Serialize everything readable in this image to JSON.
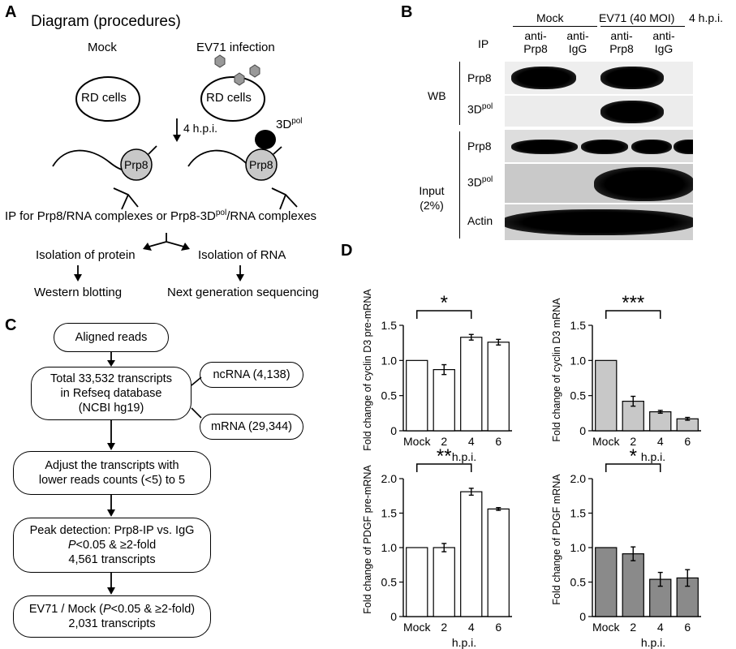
{
  "panelA": {
    "label": "A",
    "title": "Diagram (procedures)",
    "mock": "Mock",
    "infection": "EV71 infection",
    "cells": "RD cells",
    "time": "4 h.p.i.",
    "pol3d_base": "3D",
    "pol_sup": "pol",
    "prp8": "Prp8",
    "ip_text_1": "IP for Prp8/RNA complexes or Prp8-3D",
    "ip_text_2": "/RNA complexes",
    "iso_protein": "Isolation of protein",
    "iso_rna": "Isolation of RNA",
    "western": "Western blotting",
    "ngs": "Next generation sequencing"
  },
  "panelB": {
    "label": "B",
    "mock": "Mock",
    "ev71": "EV71 (40 MOI)",
    "hpi": "4 h.p.i.",
    "ip": "IP",
    "anti_prp8_1": "anti-",
    "anti_prp8_2": "Prp8",
    "anti_igg_1": "anti-",
    "anti_igg_2": "IgG",
    "wb": "WB",
    "input_1": "Input",
    "input_2": "(2%)",
    "prp8": "Prp8",
    "pol3d_base": "3D",
    "pol_sup": "pol",
    "actin": "Actin"
  },
  "panelC": {
    "label": "C",
    "aligned": "Aligned reads",
    "total_1": "Total 33,532 transcripts",
    "total_2": "in Refseq database",
    "total_3": "(NCBI hg19)",
    "ncrna": "ncRNA (4,138)",
    "mrna": "mRNA (29,344)",
    "adjust_1": "Adjust the transcripts with",
    "adjust_2": "lower reads counts (<5) to 5",
    "peak_1": "Peak detection: Prp8-IP vs. IgG",
    "peak_2_p": "P",
    "peak_2_rest": "<0.05 & ≥2-fold",
    "peak_3": "4,561 transcripts",
    "ev_1a": "EV71 / Mock (",
    "ev_1p": "P",
    "ev_1b": "<0.05 & ≥2-fold)",
    "ev_2": "2,031 transcripts"
  },
  "panelD": {
    "label": "D"
  },
  "chart_data": [
    {
      "type": "bar",
      "categories": [
        "Mock",
        "2",
        "4",
        "6"
      ],
      "values": [
        1.0,
        0.87,
        1.33,
        1.26
      ],
      "errors": [
        0,
        0.07,
        0.04,
        0.04
      ],
      "xlabel": "h.p.i.",
      "ylabel": "Fold change of cyclin D3 pre-mRNA",
      "ylim": [
        0,
        1.5
      ],
      "yticks": [
        "0",
        "0.5",
        "1.0",
        "1.5"
      ],
      "significance": "*",
      "bar_color": "#ffffff"
    },
    {
      "type": "bar",
      "categories": [
        "Mock",
        "2",
        "4",
        "6"
      ],
      "values": [
        1.0,
        0.42,
        0.27,
        0.17
      ],
      "errors": [
        0,
        0.07,
        0.02,
        0.02
      ],
      "xlabel": "h.p.i.",
      "ylabel": "Fold change of cyclin D3 mRNA",
      "ylim": [
        0,
        1.5
      ],
      "yticks": [
        "0",
        "0.5",
        "1.0",
        "1.5"
      ],
      "significance": "***",
      "bar_color": "#c8c8c8"
    },
    {
      "type": "bar",
      "categories": [
        "Mock",
        "2",
        "4",
        "6"
      ],
      "values": [
        1.0,
        1.0,
        1.81,
        1.56
      ],
      "errors": [
        0,
        0.06,
        0.05,
        0.02
      ],
      "xlabel": "h.p.i.",
      "ylabel": "Fold change of PDGF pre-mRNA",
      "ylim": [
        0,
        2.0
      ],
      "yticks": [
        "0",
        "0.5",
        "1.0",
        "1.5",
        "2.0"
      ],
      "significance": "**",
      "bar_color": "#ffffff"
    },
    {
      "type": "bar",
      "categories": [
        "Mock",
        "2",
        "4",
        "6"
      ],
      "values": [
        1.0,
        0.91,
        0.54,
        0.56
      ],
      "errors": [
        0,
        0.1,
        0.1,
        0.12
      ],
      "xlabel": "h.p.i.",
      "ylabel": "Fold change of PDGF mRNA",
      "ylim": [
        0,
        2.0
      ],
      "yticks": [
        "0",
        "0.5",
        "1.0",
        "1.5",
        "2.0"
      ],
      "significance": "*",
      "bar_color": "#8a8a8a"
    }
  ]
}
